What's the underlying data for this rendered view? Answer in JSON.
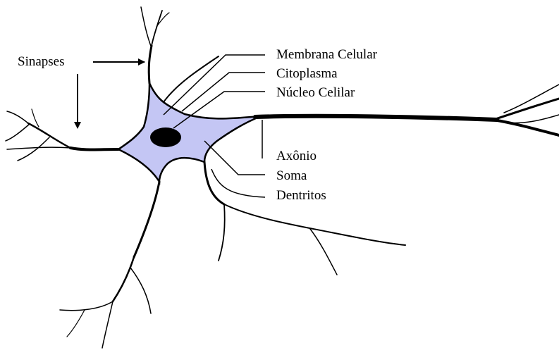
{
  "labels": {
    "sinapses": "Sinapses",
    "membrana_celular": "Membrana Celular",
    "citoplasma": "Citoplasma",
    "nucleo_celilar": "Núcleo Celilar",
    "axonio": "Axônio",
    "soma": "Soma",
    "dentritos": "Dentritos"
  },
  "colors": {
    "soma_fill": "#c4c6f4",
    "nucleus_fill": "#000000",
    "line": "#000000",
    "background": "#ffffff"
  }
}
